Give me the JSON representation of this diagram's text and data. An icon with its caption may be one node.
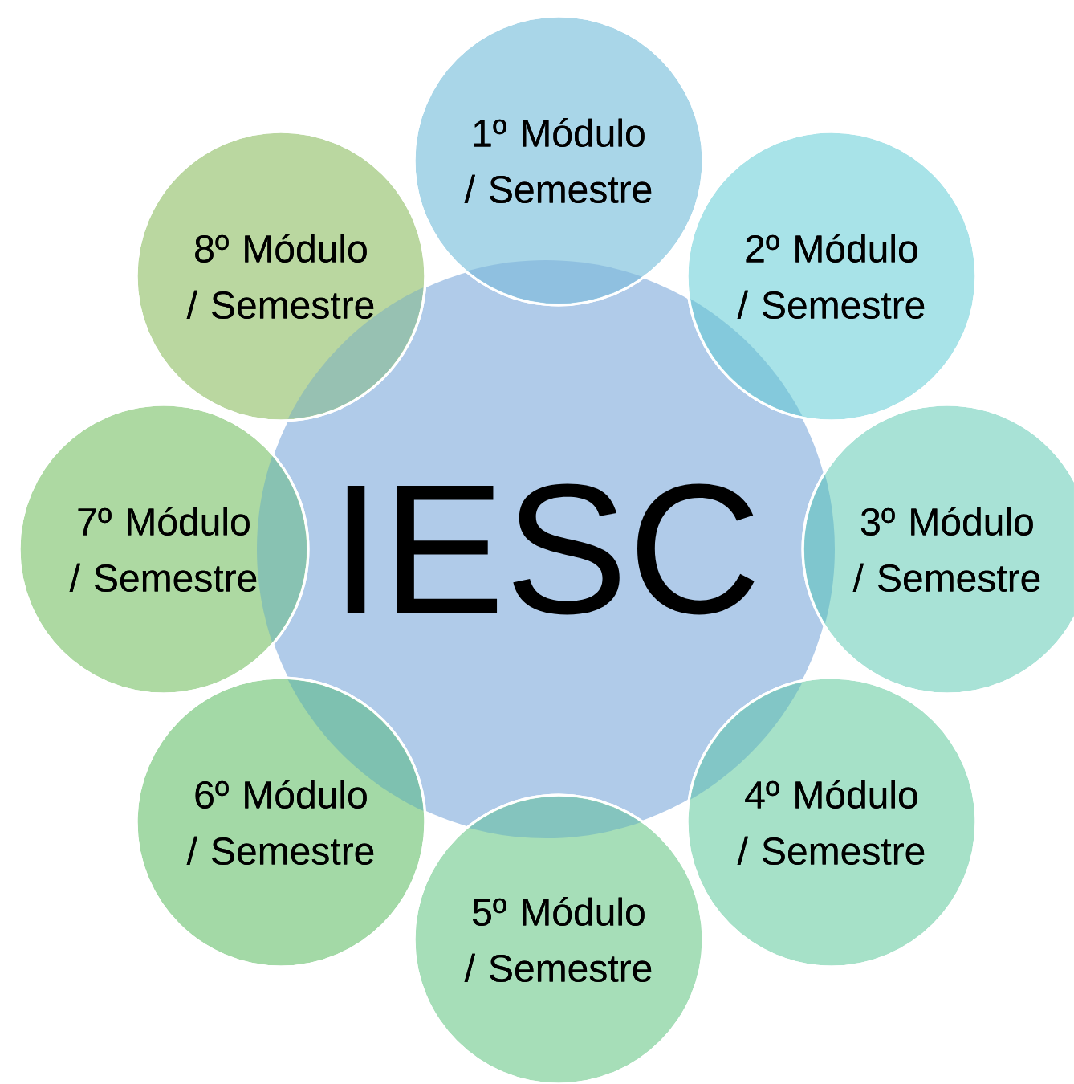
{
  "diagram": {
    "nodes": [
      {
        "text": [
          "IESC"
        ]
      },
      {
        "text": [
          "1º Módulo / Semestre"
        ]
      },
      {
        "text": [
          "2º Módulo / Semestre"
        ]
      },
      {
        "text": [
          "3º Módulo / Semestre"
        ]
      },
      {
        "text": [
          "4º Módulo / Semestre"
        ]
      },
      {
        "text": [
          "5º Módulo / Semestre"
        ]
      },
      {
        "text": [
          "6º Módulo / Semestre"
        ]
      },
      {
        "text": [
          "7º Módulo / Semestre"
        ]
      },
      {
        "text": [
          "8º Módulo / Semestre"
        ]
      }
    ]
  }
}
